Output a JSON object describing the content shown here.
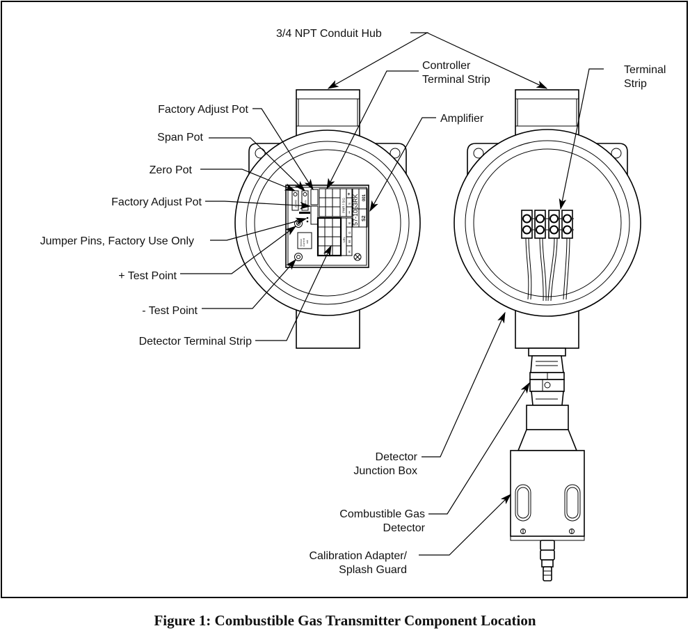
{
  "figure": {
    "caption": "Figure 1: Combustible Gas Transmitter Component Location"
  },
  "labels": {
    "conduit_hub": "3/4 NPT Conduit Hub",
    "controller_terminal_strip": [
      "Controller",
      "Terminal Strip"
    ],
    "amplifier": "Amplifier",
    "terminal_strip": [
      "Terminal",
      "Strip"
    ],
    "factory_adjust_pot_top": "Factory Adjust Pot",
    "span_pot": "Span Pot",
    "zero_pot": "Zero Pot",
    "factory_adjust_pot_bottom": "Factory Adjust Pot",
    "jumper_pins": "Jumper Pins, Factory Use Only",
    "plus_test_point": "+ Test Point",
    "minus_test_point": "- Test Point",
    "detector_terminal_strip": "Detector Terminal Strip",
    "detector_junction_box": [
      "Detector",
      "Junction Box"
    ],
    "combustible_gas_detector": [
      "Combustible Gas",
      "Detector"
    ],
    "calibration_adapter": [
      "Calibration Adapter/",
      "Splash Guard"
    ]
  },
  "board": {
    "part_number": "57-1053RK",
    "revision": "001",
    "model": "S2",
    "pwr_sig_label": "PWR / SIG",
    "lel_label": "LEL",
    "pwr_terminals": [
      "+",
      "S",
      "−"
    ],
    "lel_terminals": [
      "B",
      "G",
      "W",
      "R"
    ],
    "zero_pot_text": "ZERO",
    "span_pot_text": "SPAN",
    "sensor_current_label": [
      "Sensor",
      "Current",
      "mA"
    ]
  }
}
